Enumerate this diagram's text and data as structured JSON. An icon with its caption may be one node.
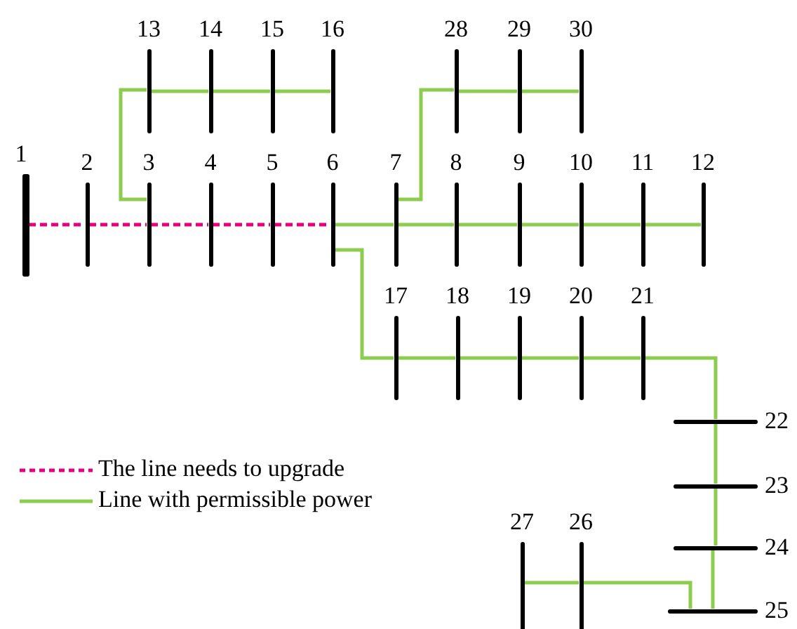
{
  "diagram": {
    "nodes": [
      {
        "text": [
          "1"
        ]
      },
      {
        "text": [
          "2"
        ]
      },
      {
        "text": [
          "3"
        ]
      },
      {
        "text": [
          "4"
        ]
      },
      {
        "text": [
          "5"
        ]
      },
      {
        "text": [
          "6"
        ]
      },
      {
        "text": [
          "7"
        ]
      },
      {
        "text": [
          "8"
        ]
      },
      {
        "text": [
          "9"
        ]
      },
      {
        "text": [
          "10"
        ]
      },
      {
        "text": [
          "11"
        ]
      },
      {
        "text": [
          "12"
        ]
      },
      {
        "text": [
          "13"
        ]
      },
      {
        "text": [
          "14"
        ]
      },
      {
        "text": [
          "15"
        ]
      },
      {
        "text": [
          "16"
        ]
      },
      {
        "text": [
          "17"
        ]
      },
      {
        "text": [
          "18"
        ]
      },
      {
        "text": [
          "19"
        ]
      },
      {
        "text": [
          "20"
        ]
      },
      {
        "text": [
          "21"
        ]
      },
      {
        "text": [
          "22"
        ]
      },
      {
        "text": [
          "23"
        ]
      },
      {
        "text": [
          "24"
        ]
      },
      {
        "text": [
          "25"
        ]
      },
      {
        "text": [
          "26"
        ]
      },
      {
        "text": [
          "27"
        ]
      },
      {
        "text": [
          "28"
        ]
      },
      {
        "text": [
          "29"
        ]
      },
      {
        "text": [
          "30"
        ]
      }
    ],
    "edges": [
      {
        "from": 0,
        "to": 1,
        "arrow": "none",
        "style": "dashed",
        "color": "#e6007e"
      },
      {
        "from": 1,
        "to": 2,
        "arrow": "none",
        "style": "dashed",
        "color": "#e6007e"
      },
      {
        "from": 2,
        "to": 3,
        "arrow": "none",
        "style": "dashed",
        "color": "#e6007e"
      },
      {
        "from": 3,
        "to": 4,
        "arrow": "none",
        "style": "dashed",
        "color": "#e6007e"
      },
      {
        "from": 4,
        "to": 5,
        "arrow": "none",
        "style": "dashed",
        "color": "#e6007e"
      },
      {
        "from": 5,
        "to": 6,
        "arrow": "none"
      },
      {
        "from": 6,
        "to": 7,
        "arrow": "none"
      },
      {
        "from": 7,
        "to": 8,
        "arrow": "none"
      },
      {
        "from": 8,
        "to": 9,
        "arrow": "none"
      },
      {
        "from": 9,
        "to": 10,
        "arrow": "none"
      },
      {
        "from": 10,
        "to": 11,
        "arrow": "none"
      },
      {
        "from": 2,
        "to": 12,
        "arrow": "none"
      },
      {
        "from": 12,
        "to": 13,
        "arrow": "none"
      },
      {
        "from": 13,
        "to": 14,
        "arrow": "none"
      },
      {
        "from": 14,
        "to": 15,
        "arrow": "none"
      },
      {
        "from": 6,
        "to": 27,
        "arrow": "none"
      },
      {
        "from": 27,
        "to": 28,
        "arrow": "none"
      },
      {
        "from": 28,
        "to": 29,
        "arrow": "none"
      },
      {
        "from": 5,
        "to": 16,
        "arrow": "none"
      },
      {
        "from": 16,
        "to": 17,
        "arrow": "none"
      },
      {
        "from": 17,
        "to": 18,
        "arrow": "none"
      },
      {
        "from": 18,
        "to": 19,
        "arrow": "none"
      },
      {
        "from": 19,
        "to": 20,
        "arrow": "none"
      },
      {
        "from": 20,
        "to": 21,
        "arrow": "none"
      },
      {
        "from": 21,
        "to": 22,
        "arrow": "none"
      },
      {
        "from": 22,
        "to": 23,
        "arrow": "none"
      },
      {
        "from": 23,
        "to": 24,
        "arrow": "none"
      },
      {
        "from": 24,
        "to": 25,
        "arrow": "none"
      },
      {
        "from": 25,
        "to": 26,
        "arrow": "none"
      }
    ],
    "legend": [
      {
        "text": "The line needs to upgrade"
      },
      {
        "text": "Line with permissible power"
      }
    ]
  }
}
